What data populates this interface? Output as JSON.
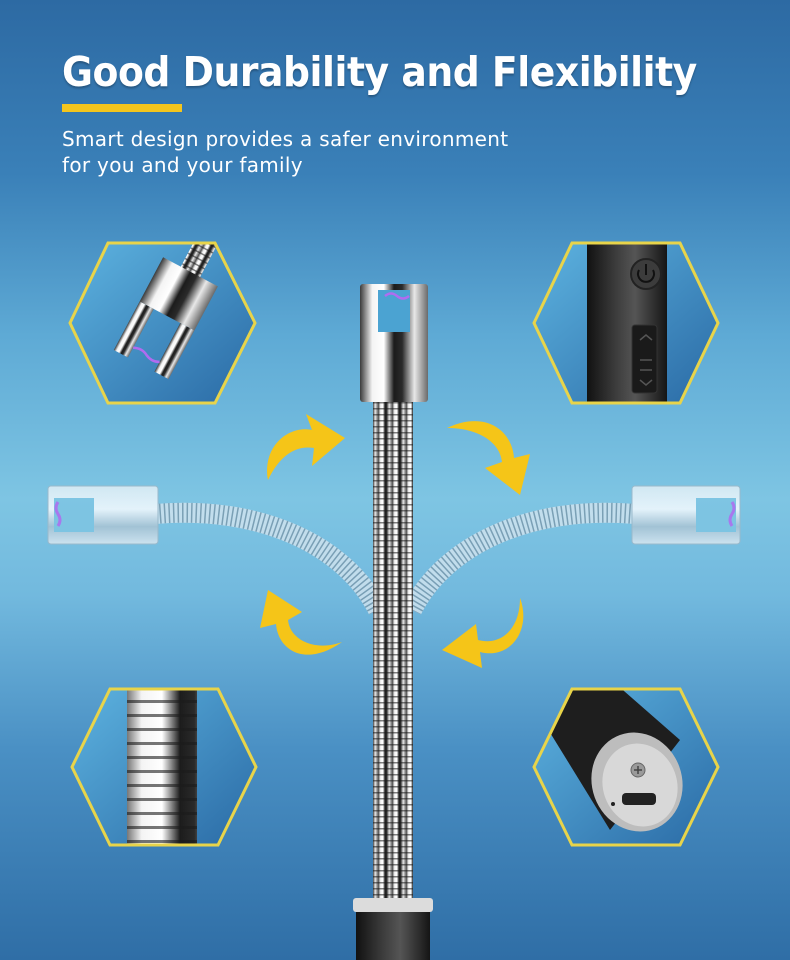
{
  "header": {
    "title": "Good Durability and Flexibility",
    "subtitle_line1": "Smart design provides a safer environment",
    "subtitle_line2": "for you and your family"
  },
  "colors": {
    "background_top": "#2d6aa3",
    "background_mid": "#7ec5e3",
    "background_bottom": "#2f6ea6",
    "accent_yellow": "#f4c51d",
    "hexagon_border": "#e8d44a",
    "arc_purple": "#b06cf0"
  },
  "detail_panels": [
    {
      "position": "top-left",
      "depicts": "metal-tip-closeup"
    },
    {
      "position": "top-right",
      "depicts": "power-button-and-safety-switch"
    },
    {
      "position": "bottom-left",
      "depicts": "flexible-neck-closeup"
    },
    {
      "position": "bottom-right",
      "depicts": "usb-charging-port"
    }
  ],
  "arrows": [
    {
      "position": "upper-left",
      "direction": "up-right"
    },
    {
      "position": "upper-right",
      "direction": "down-right"
    },
    {
      "position": "lower-left",
      "direction": "up-left"
    },
    {
      "position": "lower-right",
      "direction": "down-left"
    }
  ]
}
